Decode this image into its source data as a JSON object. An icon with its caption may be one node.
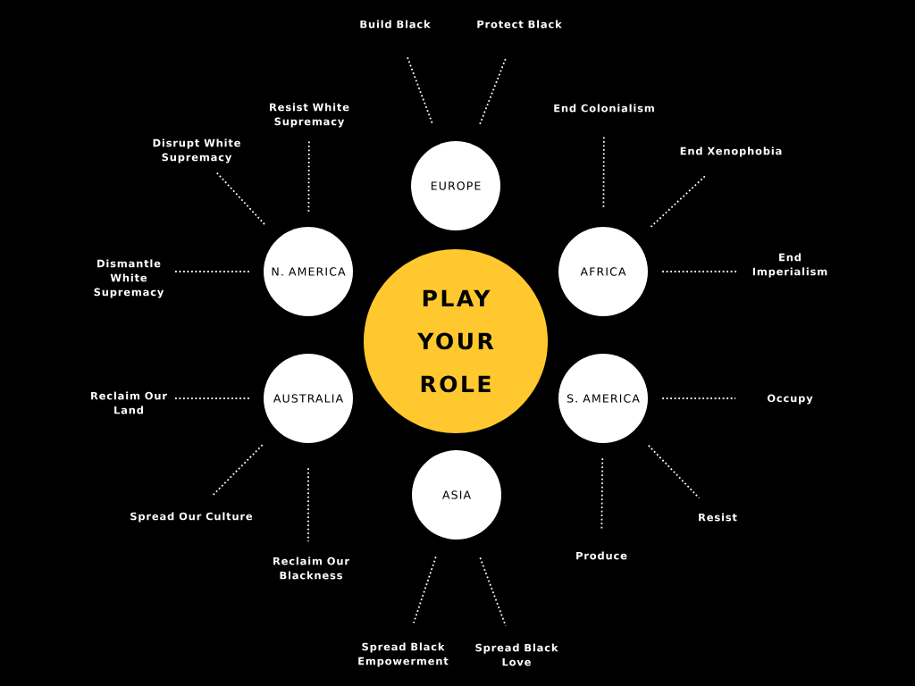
{
  "diagram": {
    "nodes": [
      {
        "text": [
          "PLAY YOUR ROLE"
        ]
      },
      {
        "text": [
          "EUROPE"
        ]
      },
      {
        "text": [
          "N. AMERICA"
        ]
      },
      {
        "text": [
          "AFRICA"
        ]
      },
      {
        "text": [
          "AUSTRALIA"
        ]
      },
      {
        "text": [
          "S. AMERICA"
        ]
      },
      {
        "text": [
          "ASIA"
        ]
      },
      {
        "text": [
          "Build Black"
        ]
      },
      {
        "text": [
          "Protect Black"
        ]
      },
      {
        "text": [
          "Resist White Supremacy"
        ]
      },
      {
        "text": [
          "End Colonialism"
        ]
      },
      {
        "text": [
          "Disrupt White Supremacy"
        ]
      },
      {
        "text": [
          "End Xenophobia"
        ]
      },
      {
        "text": [
          "End Imperialism"
        ]
      },
      {
        "text": [
          "Dismantle White Supremacy"
        ]
      },
      {
        "text": [
          "Reclaim Our Land"
        ]
      },
      {
        "text": [
          "Occupy"
        ]
      },
      {
        "text": [
          "Spread Our Culture"
        ]
      },
      {
        "text": [
          "Resist"
        ]
      },
      {
        "text": [
          "Reclaim Our Blackness"
        ]
      },
      {
        "text": [
          "Produce"
        ]
      },
      {
        "text": [
          "Spread Black Empowerment"
        ]
      },
      {
        "text": [
          "Spread Black Love"
        ]
      }
    ],
    "edges": [
      {
        "from": 1,
        "to": 7,
        "arrow": "none"
      },
      {
        "from": 1,
        "to": 8,
        "arrow": "none"
      },
      {
        "from": 2,
        "to": 9,
        "arrow": "none"
      },
      {
        "from": 2,
        "to": 11,
        "arrow": "none"
      },
      {
        "from": 2,
        "to": 14,
        "arrow": "none"
      },
      {
        "from": 3,
        "to": 10,
        "arrow": "none"
      },
      {
        "from": 3,
        "to": 12,
        "arrow": "none"
      },
      {
        "from": 3,
        "to": 13,
        "arrow": "none"
      },
      {
        "from": 4,
        "to": 15,
        "arrow": "none"
      },
      {
        "from": 4,
        "to": 17,
        "arrow": "none"
      },
      {
        "from": 4,
        "to": 19,
        "arrow": "none"
      },
      {
        "from": 5,
        "to": 16,
        "arrow": "none"
      },
      {
        "from": 5,
        "to": 18,
        "arrow": "none"
      },
      {
        "from": 5,
        "to": 20,
        "arrow": "none"
      },
      {
        "from": 6,
        "to": 21,
        "arrow": "none"
      },
      {
        "from": 6,
        "to": 22,
        "arrow": "none"
      }
    ]
  }
}
